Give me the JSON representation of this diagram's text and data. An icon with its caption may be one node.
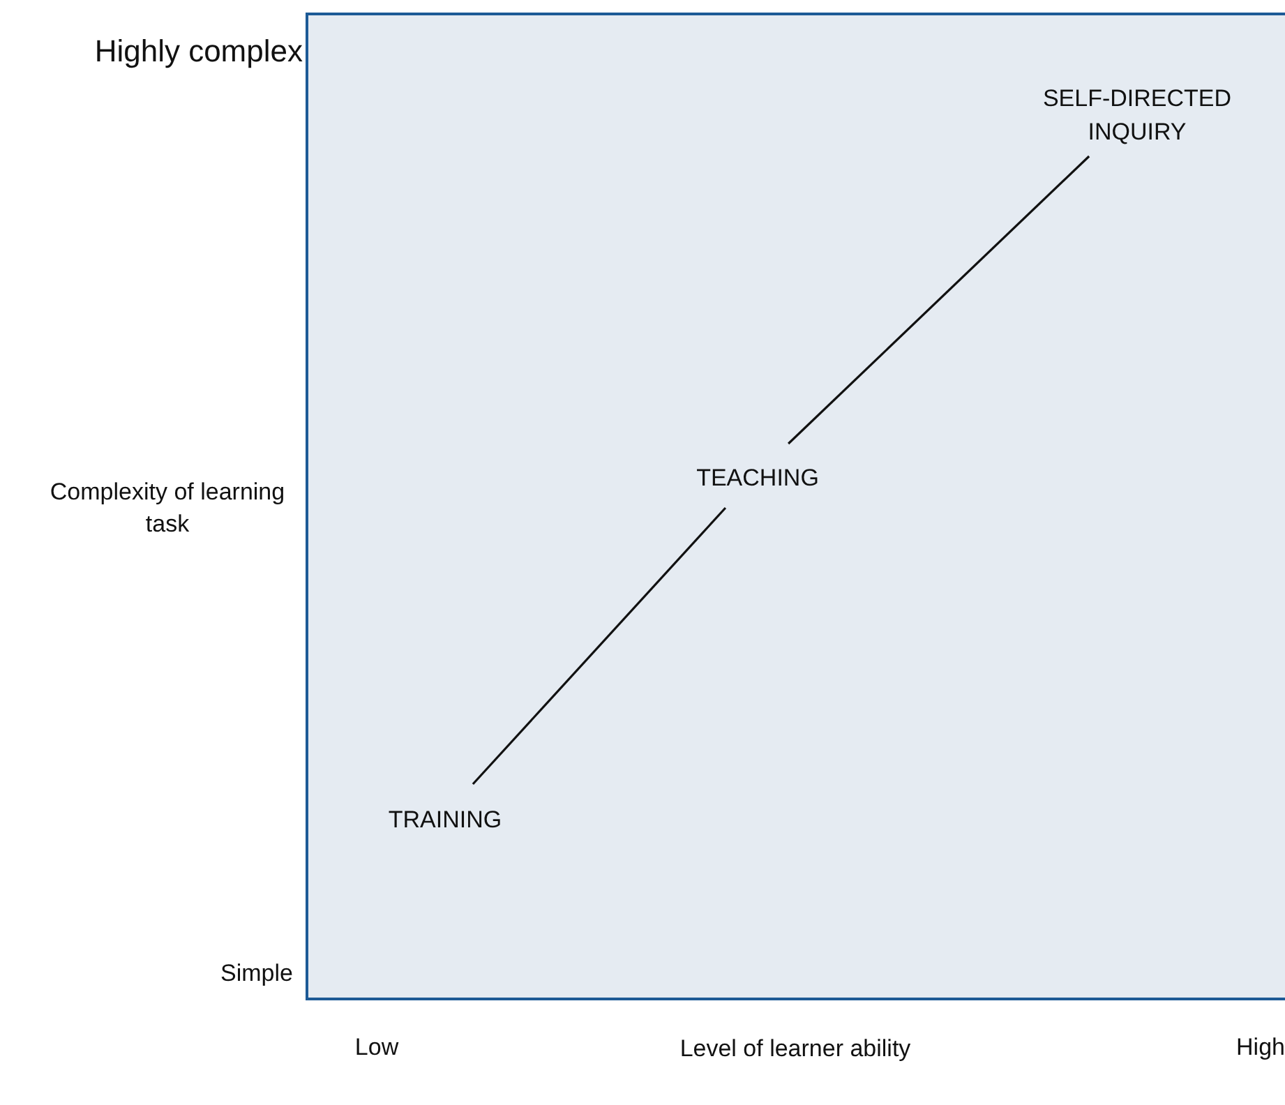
{
  "diagram": {
    "nodes": [
      {
        "text": [],
        "shape": "box"
      },
      {
        "text": [
          "SELF-DIRECTED INQUIRY"
        ],
        "in": 0
      },
      {
        "text": [
          "TEACHING"
        ],
        "in": 0
      },
      {
        "text": [
          "TRAINING"
        ],
        "in": 0
      }
    ],
    "edges": [
      {
        "from": 3,
        "to": 2,
        "arrow": "none"
      },
      {
        "from": 2,
        "to": 1,
        "arrow": "none"
      }
    ],
    "labels": [
      "Highly complex",
      "Complexity of learning task",
      "Simple",
      "Low",
      "Level of learner ability",
      "High"
    ]
  }
}
